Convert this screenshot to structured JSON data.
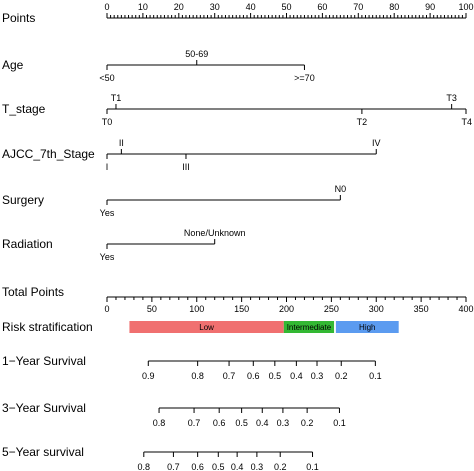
{
  "chart_data": {
    "type": "nomogram",
    "points": {
      "label": "Points",
      "range": [
        0,
        100
      ],
      "ticks": [
        "0",
        "10",
        "20",
        "30",
        "40",
        "50",
        "60",
        "70",
        "80",
        "90",
        "100"
      ]
    },
    "variables": [
      {
        "label": "Age",
        "points_range": [
          0,
          55
        ],
        "levels": [
          {
            "label": "<50",
            "points": 0,
            "pos": "below"
          },
          {
            "label": "50-69",
            "points": 25,
            "pos": "above"
          },
          {
            "label": ">=70",
            "points": 55,
            "pos": "below"
          }
        ]
      },
      {
        "label": "T_stage",
        "points_range": [
          0,
          100
        ],
        "levels": [
          {
            "label": "T0",
            "points": 0,
            "pos": "below"
          },
          {
            "label": "T1",
            "points": 2.5,
            "pos": "above"
          },
          {
            "label": "T2",
            "points": 71,
            "pos": "below"
          },
          {
            "label": "T3",
            "points": 96,
            "pos": "above"
          },
          {
            "label": "T4",
            "points": 100,
            "pos": "below"
          }
        ]
      },
      {
        "label": "AJCC_7th_Stage",
        "points_range": [
          0,
          75
        ],
        "levels": [
          {
            "label": "I",
            "points": 0,
            "pos": "below"
          },
          {
            "label": "II",
            "points": 4,
            "pos": "above"
          },
          {
            "label": "III",
            "points": 22,
            "pos": "below"
          },
          {
            "label": "IV",
            "points": 75,
            "pos": "above"
          }
        ]
      },
      {
        "label": "Surgery",
        "points_range": [
          0,
          65
        ],
        "levels": [
          {
            "label": "Yes",
            "points": 0,
            "pos": "below"
          },
          {
            "label": "N0",
            "points": 65,
            "pos": "above"
          }
        ]
      },
      {
        "label": "Radiation",
        "points_range": [
          0,
          30
        ],
        "levels": [
          {
            "label": "Yes",
            "points": 0,
            "pos": "below"
          },
          {
            "label": "None/Unknown",
            "points": 30,
            "pos": "above"
          }
        ]
      }
    ],
    "total_points": {
      "label": "Total Points",
      "range": [
        0,
        400
      ],
      "ticks": [
        "0",
        "50",
        "100",
        "150",
        "200",
        "250",
        "300",
        "350",
        "400"
      ]
    },
    "risk_stratification": {
      "label": "Risk stratification",
      "bands": [
        {
          "label": "Low",
          "range": [
            25,
            197
          ],
          "color": "#f07070"
        },
        {
          "label": "Intermediate",
          "range": [
            197,
            253
          ],
          "color": "#33b833"
        },
        {
          "label": "High",
          "range": [
            255,
            325
          ],
          "color": "#5b9bf0"
        }
      ]
    },
    "survival_scales": [
      {
        "label": "1−Year Survival",
        "values": [
          "0.9",
          "0.8",
          "0.7",
          "0.6",
          "0.5",
          "0.4",
          "0.3",
          "0.2",
          "0.1"
        ],
        "total_points": [
          46,
          101,
          136,
          163,
          187,
          211,
          234,
          261,
          299
        ]
      },
      {
        "label": "3−Year Survival",
        "values": [
          "0.8",
          "0.7",
          "0.6",
          "0.5",
          "0.4",
          "0.3",
          "0.2",
          "0.1"
        ],
        "total_points": [
          58,
          97,
          125,
          150,
          173,
          196,
          223,
          259
        ]
      },
      {
        "label": "5−Year survival",
        "values": [
          "0.8",
          "0.7",
          "0.6",
          "0.5",
          "0.4",
          "0.3",
          "0.2",
          "0.1"
        ],
        "total_points": [
          41,
          74,
          101,
          124,
          145,
          167,
          193,
          229
        ]
      }
    ]
  }
}
